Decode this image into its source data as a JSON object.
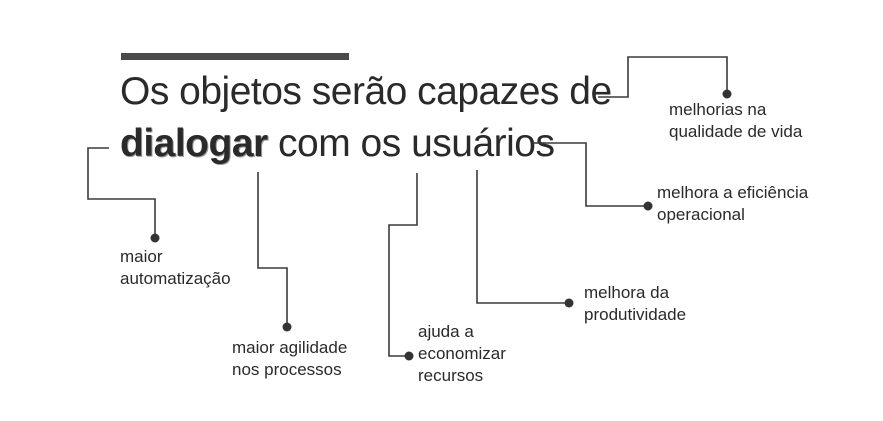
{
  "title": {
    "line1": "Os objetos serão capazes de",
    "line2_emphasis": "dialogar",
    "line2_rest": " com os usuários"
  },
  "colors": {
    "text": "#2a2a2a",
    "lines": "#3a3a3a",
    "accent_bar": "#4a4a4a"
  },
  "benefits": [
    {
      "line1": "maior",
      "line2": "automatização"
    },
    {
      "line1": "maior agilidade",
      "line2": "nos processos"
    },
    {
      "line1": "ajuda a",
      "line2": "economizar",
      "line3": "recursos"
    },
    {
      "line1": "melhora da",
      "line2": "produtividade"
    },
    {
      "line1": "melhora a eficiência",
      "line2": "operacional"
    },
    {
      "line1": "melhorias na",
      "line2": "qualidade de vida"
    }
  ]
}
